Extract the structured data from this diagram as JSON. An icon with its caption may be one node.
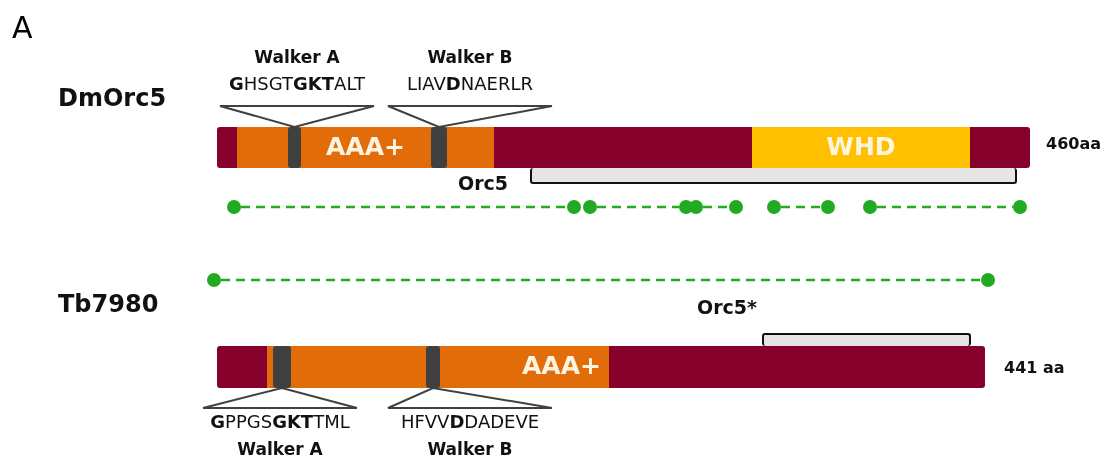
{
  "diagram": {
    "nodes": [
      {
        "text": [],
        "shape": "bar",
        "beside": [
          "DmOrc5",
          "460aa"
        ]
      },
      {
        "text": [
          "AAA+"
        ],
        "in": 0
      },
      {
        "text": [
          "WHD"
        ],
        "in": 0
      },
      {
        "text": [],
        "shape": "bar",
        "in": 1
      },
      {
        "text": [],
        "shape": "bar",
        "in": 1
      },
      {
        "text": [
          "Walker A",
          "**G**HSGT**GKT**ALT"
        ]
      },
      {
        "text": [
          "Walker B",
          "LIAV**D**NAERLR"
        ]
      },
      {
        "text": [],
        "shape": "bar",
        "beside": [
          "Orc5"
        ]
      },
      {
        "text": [],
        "shape": "circle"
      },
      {
        "text": [],
        "shape": "circle"
      },
      {
        "text": [],
        "shape": "circle"
      },
      {
        "text": [],
        "shape": "circle"
      },
      {
        "text": [],
        "shape": "circle"
      },
      {
        "text": [],
        "shape": "circle"
      },
      {
        "text": [],
        "shape": "circle"
      },
      {
        "text": [],
        "shape": "circle"
      },
      {
        "text": [],
        "shape": "circle"
      },
      {
        "text": [],
        "shape": "circle"
      },
      {
        "text": [],
        "shape": "circle"
      },
      {
        "text": [],
        "shape": "circle"
      },
      {
        "text": [],
        "shape": "bar",
        "beside": [
          "Tb7980",
          "441 aa"
        ]
      },
      {
        "text": [
          "AAA+"
        ],
        "in": 20
      },
      {
        "text": [],
        "shape": "bar",
        "in": 21
      },
      {
        "text": [],
        "shape": "bar",
        "in": 21
      },
      {
        "text": [
          "**G**PPGS**GKT**TML",
          "Walker A"
        ]
      },
      {
        "text": [
          "HFVV**D**DADEVE",
          "Walker B"
        ]
      },
      {
        "text": [],
        "shape": "bar",
        "beside": [
          "Orc5*"
        ]
      }
    ],
    "edges": [
      {
        "from": 5,
        "to": 3,
        "arrow": "none"
      },
      {
        "from": 6,
        "to": 4,
        "arrow": "none"
      },
      {
        "from": 8,
        "to": 9,
        "arrow": "none",
        "style": "dashed",
        "color": "#22aa22"
      },
      {
        "from": 10,
        "to": 11,
        "arrow": "none",
        "style": "dashed",
        "color": "#22aa22"
      },
      {
        "from": 12,
        "to": 13,
        "arrow": "none",
        "style": "dashed",
        "color": "#22aa22"
      },
      {
        "from": 14,
        "to": 15,
        "arrow": "none",
        "style": "dashed",
        "color": "#22aa22"
      },
      {
        "from": 16,
        "to": 17,
        "arrow": "none",
        "style": "dashed",
        "color": "#22aa22"
      },
      {
        "from": 18,
        "to": 19,
        "arrow": "none",
        "style": "dashed",
        "color": "#22aa22"
      },
      {
        "from": 24,
        "to": 22,
        "arrow": "none"
      },
      {
        "from": 25,
        "to": 23,
        "arrow": "none"
      }
    ],
    "labels": [
      "A"
    ]
  }
}
